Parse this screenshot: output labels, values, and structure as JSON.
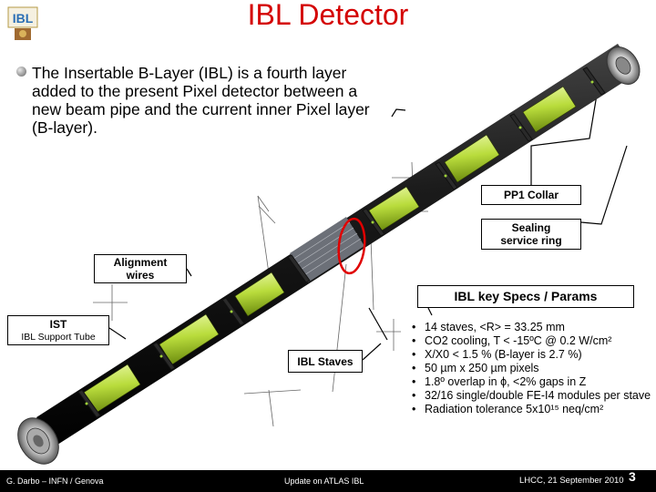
{
  "title": "IBL Detector",
  "logo_text": "IBL",
  "intro": "The Insertable B-Layer (IBL) is a fourth layer added to the present Pixel detector between a new beam pipe and the current inner Pixel layer (B-layer).",
  "labels": {
    "pp1": "PP1 Collar",
    "sealing_line1": "Sealing",
    "sealing_line2": "service ring",
    "alignment_line1": "Alignment",
    "alignment_line2": "wires",
    "specs_heading": "IBL key Specs / Params",
    "ist_line1": "IST",
    "ist_line2": "IBL Support Tube",
    "staves": "IBL Staves"
  },
  "specs": [
    "14 staves, <R> = 33.25 mm",
    "CO2 cooling, T < -15ºC @ 0.2 W/cm²",
    "X/X0 < 1.5 % (B-layer is 2.7 %)",
    "50 µm x 250 µm pixels",
    "1.8º overlap in ϕ, <2% gaps in Z",
    "32/16 single/double FE-I4 modules per stave",
    "Radiation tolerance 5x10¹⁵ neq/cm²"
  ],
  "footer": {
    "left": "G. Darbo – INFN / Genova",
    "middle": "Update on ATLAS IBL",
    "right": "LHCC, 21 September 2010",
    "page": "3"
  },
  "colors": {
    "title": "#d40000",
    "tube": "#1a1a1a",
    "stave_green": "#c8e85a",
    "highlight": "#e00000"
  }
}
